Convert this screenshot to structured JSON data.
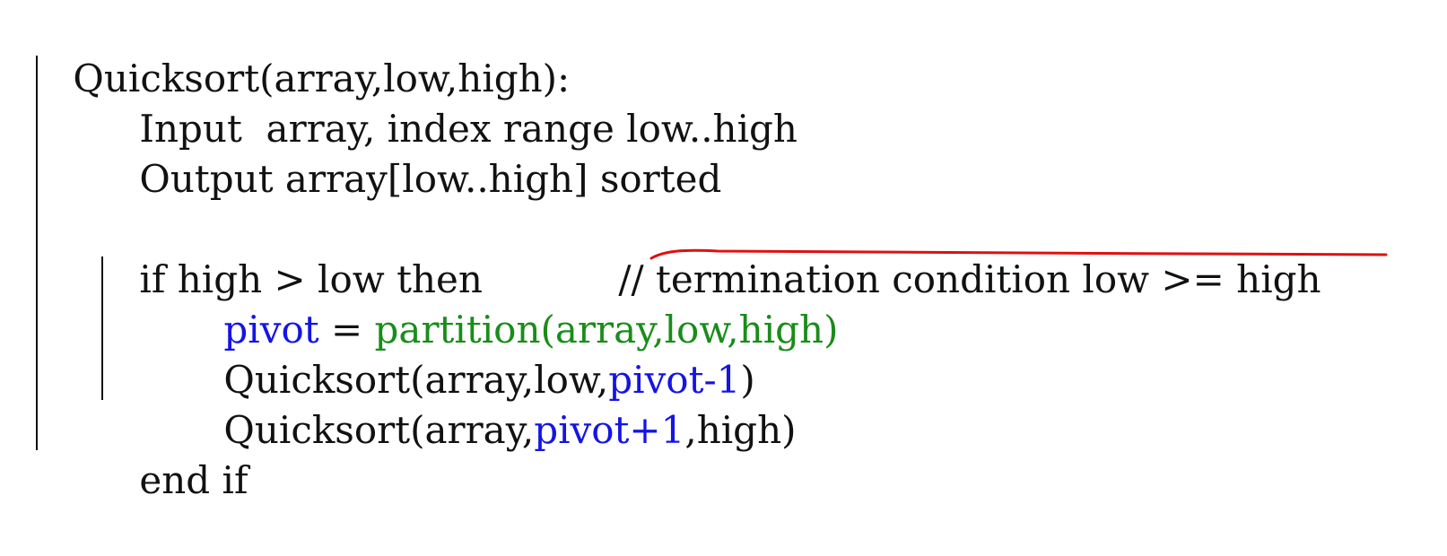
{
  "code": {
    "lines": [
      {
        "text": "Quicksort(array,low,high):"
      },
      {
        "text": "Input  array, index range low..high"
      },
      {
        "text": "Output array[low..high] sorted"
      },
      {
        "text": ""
      },
      {
        "text": "if high > low then",
        "comment": "// termination condition low >= high"
      },
      {
        "segments": [
          {
            "text": "pivot",
            "color": "blue"
          },
          {
            "text": " = ",
            "color": "black"
          },
          {
            "text": "partition(array,low,high)",
            "color": "green"
          }
        ]
      },
      {
        "segments": [
          {
            "text": "Quicksort(array,low,",
            "color": "black"
          },
          {
            "text": "pivot-1",
            "color": "blue"
          },
          {
            "text": ")",
            "color": "black"
          }
        ]
      },
      {
        "segments": [
          {
            "text": "Quicksort(array,",
            "color": "black"
          },
          {
            "text": "pivot+1",
            "color": "blue"
          },
          {
            "text": ",high)",
            "color": "black"
          }
        ]
      },
      {
        "text": "end if"
      }
    ]
  },
  "colors": {
    "text": "#111111",
    "keyword_blue": "#1414e6",
    "call_green": "#1a8c1a",
    "annotation_red": "#e01010"
  }
}
